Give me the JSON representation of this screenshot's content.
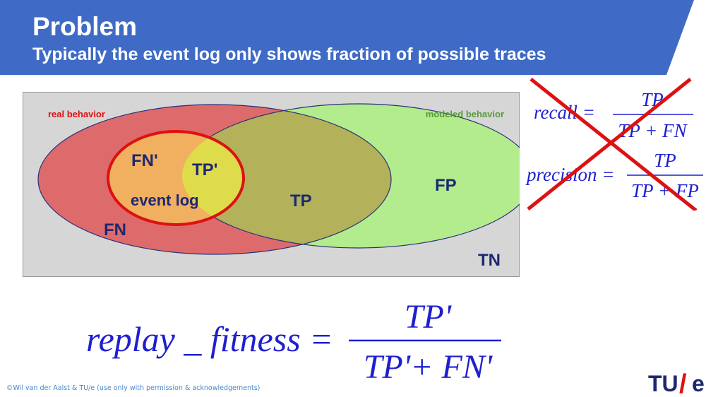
{
  "header": {
    "title": "Problem",
    "subtitle": "Typically the event log only shows fraction of possible traces"
  },
  "venn": {
    "label_real": "real behavior",
    "label_modeled": "modeled behavior",
    "region_fn_prime": "FN'",
    "region_tp_prime": "TP'",
    "region_event_log": "event log",
    "region_tp": "TP",
    "region_fp": "FP",
    "region_fn": "FN",
    "region_tn": "TN"
  },
  "formulas": {
    "recall_lhs": "recall =",
    "recall_num": "TP",
    "recall_den": "TP + FN",
    "precision_lhs": "precision =",
    "precision_num": "TP",
    "precision_den": "TP + FP",
    "fitness_lhs": "replay _ fitness =",
    "fitness_num": "TP'",
    "fitness_den": "TP'+ FN'"
  },
  "footer": {
    "copyright": "©Wil van der Aalst & TU/e (use only with permission & acknowledgements)"
  },
  "logo": {
    "text_tu": "TU",
    "text_slash": "/",
    "text_e": "e"
  },
  "colors": {
    "header_blue": "#3f6bc6",
    "red_set": "#dd6b6b",
    "green_set": "#b3ec8c",
    "overlap": "#b3b15a",
    "event_log_fill": "#dfdc4c",
    "event_log_stroke": "#dd1111",
    "formula_blue": "#1f1fd0",
    "cross_red": "#dd1111",
    "label_navy": "#1d2870"
  }
}
